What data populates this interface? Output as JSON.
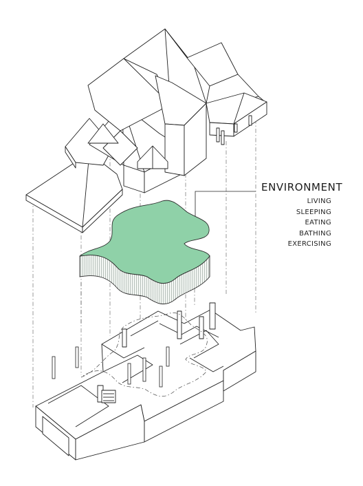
{
  "diagram": {
    "title": "ENVIRONMENT",
    "items": [
      "LIVING",
      "SLEEPING",
      "EATING",
      "BATHING",
      "EXERCISING"
    ],
    "colors": {
      "blob_fill": "#8fd1a8",
      "blob_side": "#f3f6f3",
      "line": "#2a2a2a"
    }
  }
}
